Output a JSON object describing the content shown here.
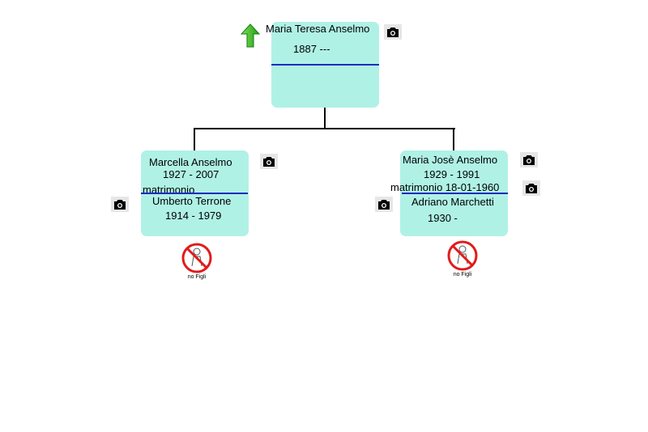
{
  "root": {
    "name": "Maria Teresa Anselmo",
    "years": "1887 ---"
  },
  "children": [
    {
      "name": "Marcella Anselmo",
      "years": "1927 - 2007",
      "marriage": "matrimonio",
      "spouse_name": "Umberto Terrone",
      "spouse_years": "1914 - 1979",
      "no_children": "no Figli"
    },
    {
      "name": "Maria Josè Anselmo",
      "years": "1929 - 1991",
      "marriage": "matrimonio 18-01-1960",
      "spouse_name": "Adriano Marchetti",
      "spouse_years": "1930 -",
      "no_children": "no Figli"
    }
  ],
  "icons": {
    "up": "green-up-arrow-icon",
    "photo": "camera-icon",
    "no_children": "no-children-icon"
  },
  "colors": {
    "node_fill": "#b0f1e6",
    "divider": "#1f2bbf",
    "arrow": "#3fbf1f",
    "forbidden": "#e01b1b"
  }
}
